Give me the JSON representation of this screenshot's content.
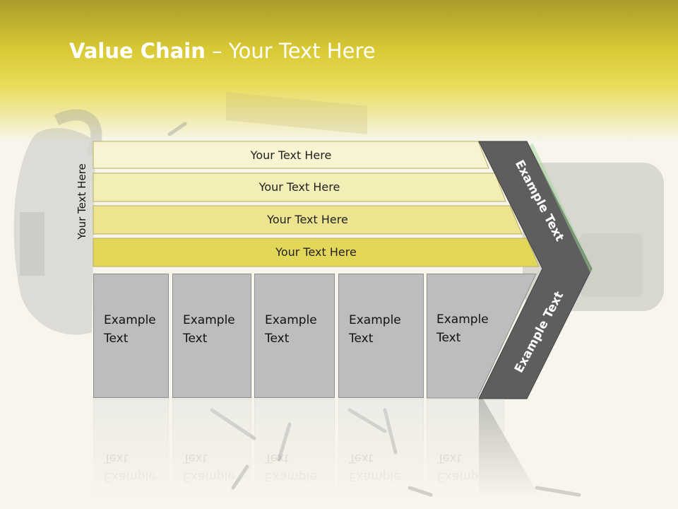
{
  "title": {
    "bold": "Value Chain",
    "rest": " – Your Text Here"
  },
  "side_label": "Your Text Here",
  "bands": [
    {
      "label": "Your Text Here",
      "color": "#f8f4d2"
    },
    {
      "label": "Your Text Here",
      "color": "#f3eeb5"
    },
    {
      "label": "Your Text Here",
      "color": "#ece48e"
    },
    {
      "label": "Your Text Here",
      "color": "#e3d75a"
    }
  ],
  "columns": [
    {
      "line1": "Example",
      "line2": "Text"
    },
    {
      "line1": "Example",
      "line2": "Text"
    },
    {
      "line1": "Example",
      "line2": "Text"
    },
    {
      "line1": "Example",
      "line2": "Text"
    },
    {
      "line1": "Example",
      "line2": "Text"
    }
  ],
  "chevron": {
    "upper": "Example Text",
    "lower": "Example Text",
    "color": "#5e5e5e"
  },
  "colors": {
    "header": "#d9c934",
    "column_fill": "#bdbdbd"
  },
  "icons": [
    "hammer-image",
    "nails-image",
    "tape-measure-image"
  ]
}
